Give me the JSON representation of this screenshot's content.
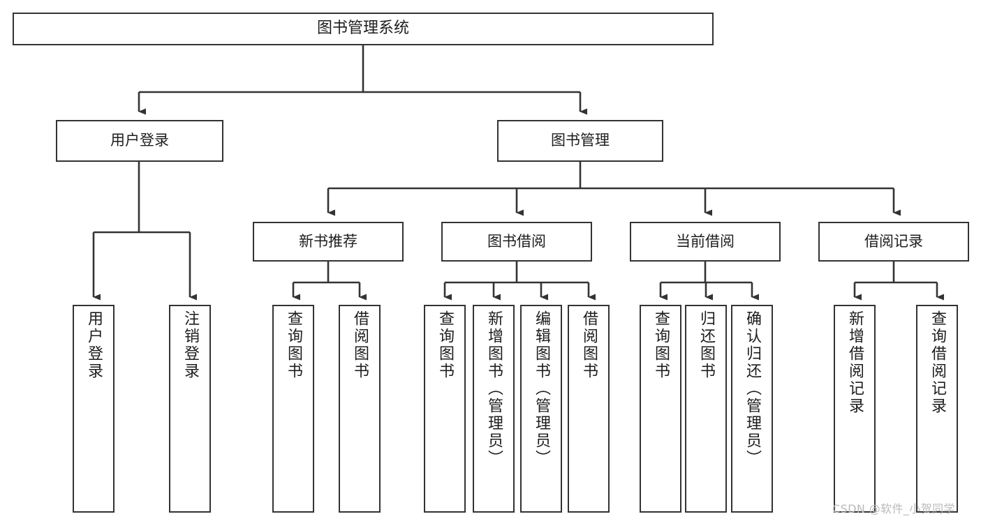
{
  "diagram": {
    "title": "图书管理系统",
    "type": "functional-structure-tree",
    "stroke_color": "#333333",
    "text_color": "#1d1d1d",
    "background_color": "#ffffff",
    "nodes": {
      "root": {
        "label": "图书管理系统"
      },
      "level1": [
        {
          "id": "user-login",
          "label": "用户登录"
        },
        {
          "id": "book-management",
          "label": "图书管理"
        }
      ],
      "level2": [
        {
          "id": "new-book-recommend",
          "label": "新书推荐"
        },
        {
          "id": "book-borrow",
          "label": "图书借阅"
        },
        {
          "id": "current-borrow",
          "label": "当前借阅"
        },
        {
          "id": "borrow-record",
          "label": "借阅记录"
        }
      ],
      "leaves": {
        "user-login": [
          {
            "id": "leaf-user-login",
            "label": "用户登录"
          },
          {
            "id": "leaf-logout-login",
            "label": "注销登录"
          }
        ],
        "new-book-recommend": [
          {
            "id": "leaf-query-book-1",
            "label": "查询图书"
          },
          {
            "id": "leaf-borrow-book-1",
            "label": "借阅图书"
          }
        ],
        "book-borrow": [
          {
            "id": "leaf-query-book-2",
            "label": "查询图书"
          },
          {
            "id": "leaf-add-book",
            "label": "新增图书（管理员）"
          },
          {
            "id": "leaf-edit-book",
            "label": "编辑图书（管理员）"
          },
          {
            "id": "leaf-borrow-book-2",
            "label": "借阅图书"
          }
        ],
        "current-borrow": [
          {
            "id": "leaf-query-book-3",
            "label": "查询图书"
          },
          {
            "id": "leaf-return-book",
            "label": "归还图书"
          },
          {
            "id": "leaf-confirm-return",
            "label": "确认归还（管理员）"
          }
        ],
        "borrow-record": [
          {
            "id": "leaf-add-record",
            "label": "新增借阅记录"
          },
          {
            "id": "leaf-query-record",
            "label": "查询借阅记录"
          }
        ]
      }
    }
  },
  "watermark": {
    "text": "CSDN @软件_小贺同学"
  }
}
